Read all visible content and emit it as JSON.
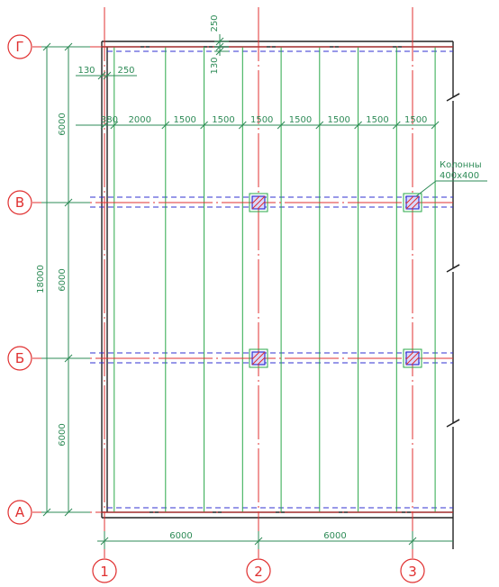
{
  "colors": {
    "axis": "#e03030",
    "dimension": "#2e8b57",
    "beam": "#2aa84a",
    "outline": "#222222",
    "hidden": "#3030d0",
    "column_hatch": "#3030d0"
  },
  "row_axes": [
    "Г",
    "В",
    "Б",
    "А"
  ],
  "column_axes": [
    "1",
    "2",
    "3"
  ],
  "dimensions": {
    "left_overall": "18000",
    "left_spans": [
      "6000",
      "6000",
      "6000"
    ],
    "bottom_spans": [
      "6000",
      "6000"
    ],
    "top_offset_vertical": "250",
    "top_offset_vertical_2": "130",
    "edge_130": "130",
    "edge_250": "250",
    "beam_spacing": [
      "380",
      "2000",
      "1500",
      "1500",
      "1500",
      "1500",
      "1500",
      "1500",
      "1500"
    ]
  },
  "note": {
    "line1": "Колонны",
    "line2": "400x400"
  }
}
